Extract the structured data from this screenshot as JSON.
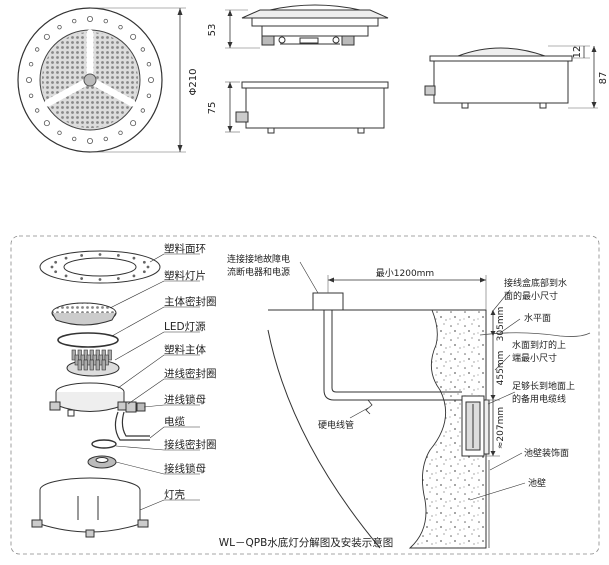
{
  "top_drawings": {
    "front_view": {
      "diameter_label": "Φ210"
    },
    "side_view": {
      "top_height": "53",
      "bottom_height": "75"
    },
    "install_view": {
      "top_dim": "12",
      "total_dim": "87"
    }
  },
  "exploded_view": {
    "parts": [
      {
        "label": "塑料面环"
      },
      {
        "label": "塑料灯片"
      },
      {
        "label": "主体密封圈"
      },
      {
        "label": "LED灯源"
      },
      {
        "label": "塑料主体"
      },
      {
        "label": "进线密封圈"
      },
      {
        "label": "进线锁母"
      },
      {
        "label": "电缆"
      },
      {
        "label": "接线密封圈"
      },
      {
        "label": "接线锁母"
      },
      {
        "label": "灯壳"
      }
    ]
  },
  "installation": {
    "power_note_line1": "连接接地故障电",
    "power_note_line2": "流断电器和电源",
    "min_distance": "最小1200mm",
    "junction_note_line1": "接线盒底部到水",
    "junction_note_line2": "面的最小尺寸",
    "water_surface": "水平面",
    "dim_305": "305mm",
    "lamp_note_line1": "水面到灯的上",
    "lamp_note_line2": "端最小尺寸",
    "dim_455": "455mm",
    "cable_note_line1": "足够长到地面上",
    "cable_note_line2": "的备用电缆线",
    "dim_207": "≈207mm",
    "conduit": "硬电线管",
    "wall_trim": "池壁装饰面",
    "pool_wall": "池壁"
  },
  "caption": "WL－QPB水底灯分解图及安装示意图"
}
